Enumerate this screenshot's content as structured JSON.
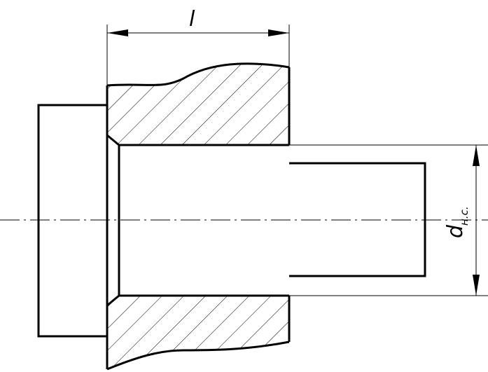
{
  "dimensions": {
    "length_label": "l",
    "diameter_label": "d",
    "diameter_subscript": "н.с."
  }
}
